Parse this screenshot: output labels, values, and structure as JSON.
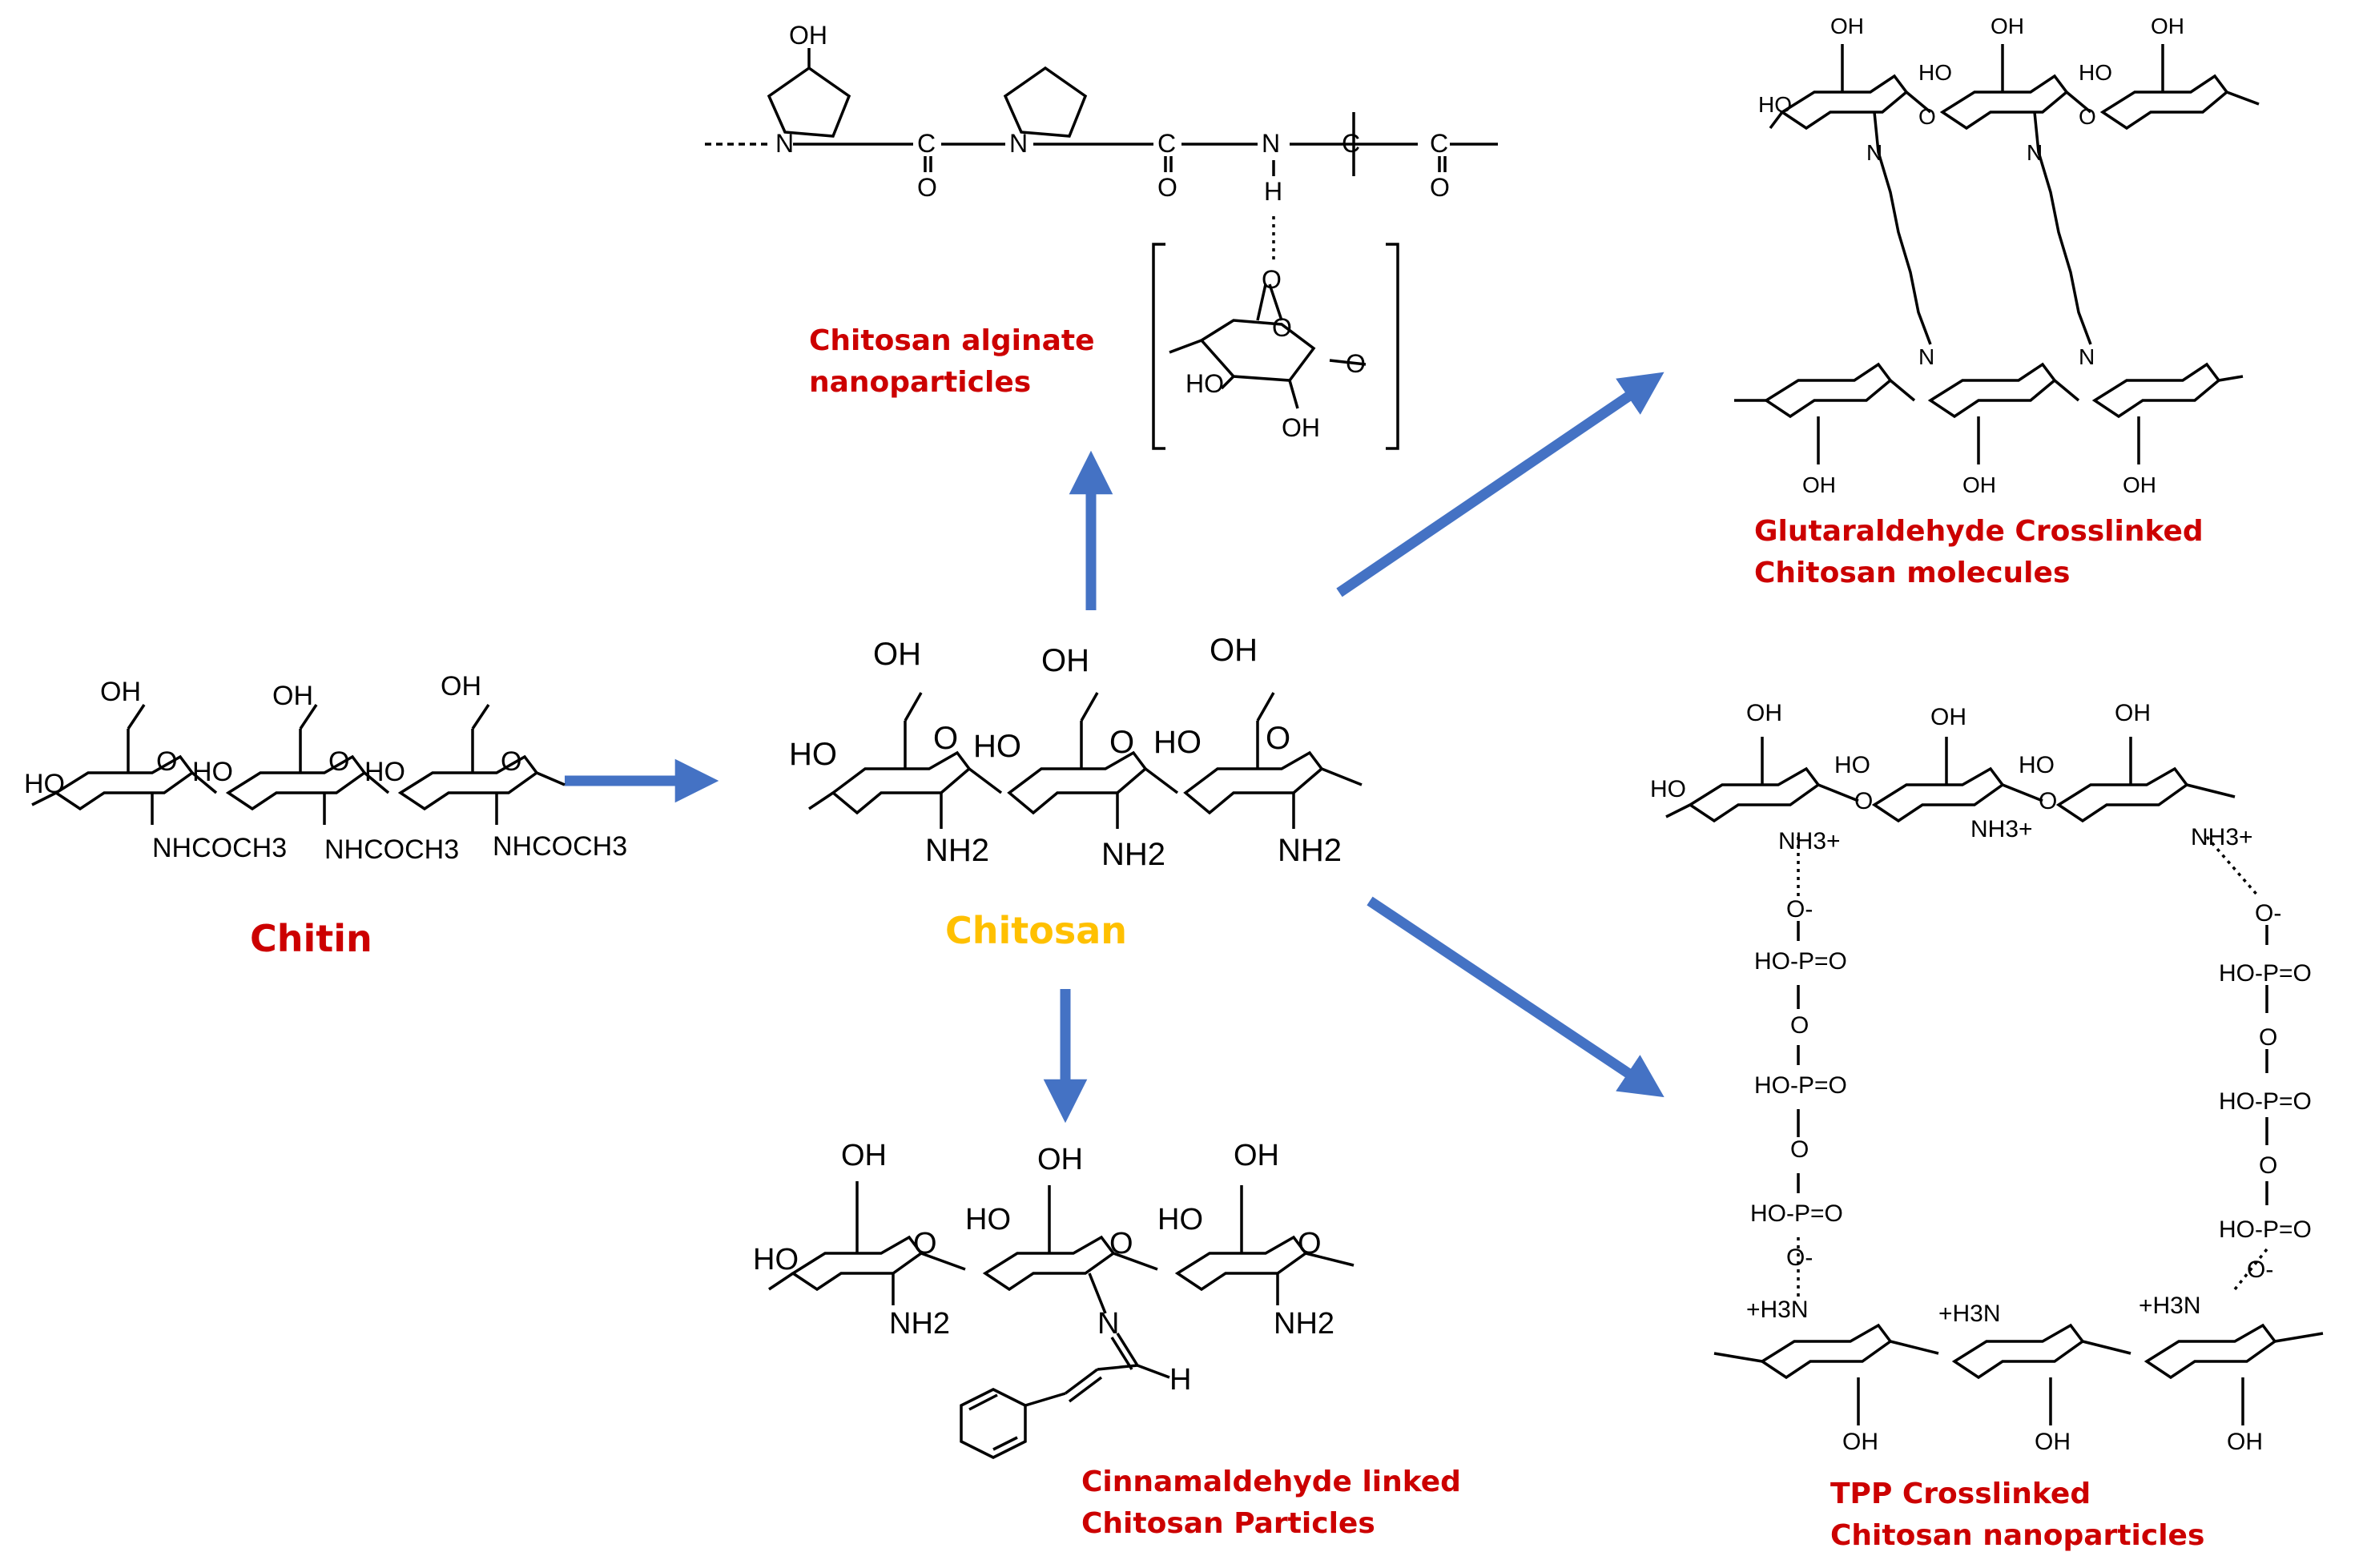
{
  "colors": {
    "arrow": "#4472c4",
    "caption_red": "#cc0000",
    "chitosan_gold": "#ffc000",
    "bond": "#000000"
  },
  "labels": {
    "chitin": "Chitin",
    "chitosan": "Chitosan",
    "alginate_line1": "Chitosan alginate",
    "alginate_line2": "nanoparticles",
    "glutaraldehyde_line1": "Glutaraldehyde Crosslinked",
    "glutaraldehyde_line2": "Chitosan molecules",
    "cinnamaldehyde_line1": "Cinnamaldehyde linked",
    "cinnamaldehyde_line2": "Chitosan Particles",
    "tpp_line1": "TPP Crosslinked",
    "tpp_line2": "Chitosan nanoparticles"
  },
  "atoms": {
    "oh": "OH",
    "ho": "HO",
    "o": "O",
    "n": "N",
    "h": "H",
    "nh2": "NH2",
    "nhcoch3": "NHCOCH3",
    "c": "C",
    "nh3plus": "NH3+",
    "o_minus": "O-",
    "plus_h3n": "+H3N",
    "p": "P",
    "ho_p_o": "HO-P=O"
  },
  "icons": [
    "reaction-arrow",
    "pyranose-ring",
    "phenyl-ring"
  ]
}
